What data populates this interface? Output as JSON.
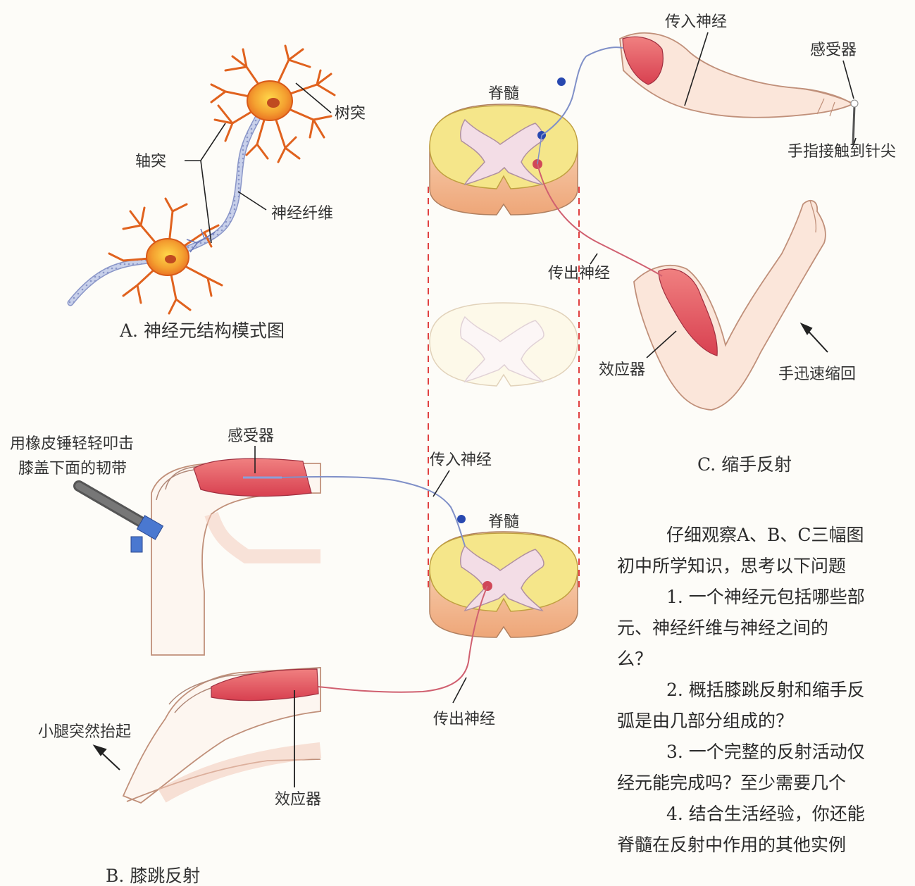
{
  "panelA": {
    "caption": "A. 神经元结构模式图",
    "labels": {
      "dendrite": "树突",
      "axon": "轴突",
      "fiber": "神经纤维"
    }
  },
  "panelB": {
    "caption": "B. 膝跳反射",
    "labels": {
      "hammer_line1": "用橡皮锤轻轻叩击",
      "hammer_line2": "膝盖下面的韧带",
      "receptor": "感受器",
      "afferent": "传入神经",
      "spinal": "脊髓",
      "efferent": "传出神经",
      "leg_up": "小腿突然抬起",
      "effector": "效应器"
    }
  },
  "panelC": {
    "caption": "C. 缩手反射",
    "labels": {
      "afferent": "传入神经",
      "receptor": "感受器",
      "spinal": "脊髓",
      "touch": "手指接触到针尖",
      "efferent": "传出神经",
      "effector": "效应器",
      "withdraw": "手迅速缩回"
    }
  },
  "text": {
    "p1_l1": "仔细观察A、B、C三幅图",
    "p1_l2": "初中所学知识，思考以下问题",
    "q1_l1": "1. 一个神经元包括哪些部",
    "q1_l2": "元、神经纤维与神经之间的",
    "q1_l3": "么？",
    "q2_l1": "2. 概括膝跳反射和缩手反",
    "q2_l2": "弧是由几部分组成的？",
    "q3_l1": "3. 一个完整的反射活动仅",
    "q3_l2": "经元能完成吗？至少需要几个",
    "q4_l1": "4. 结合生活经验，你还能",
    "q4_l2": "脊髓在反射中作用的其他实例"
  },
  "colors": {
    "neuron_orange": "#e8702a",
    "muscle_red": "#e0505a",
    "afferent_blue": "#8090c8",
    "efferent_red": "#d06070",
    "guide_red": "#e04040",
    "white_matter": "#f5e68a",
    "gray_matter": "#f3dde6",
    "spinal_rim": "#f0b88a",
    "skin": "#f8e4d8"
  }
}
